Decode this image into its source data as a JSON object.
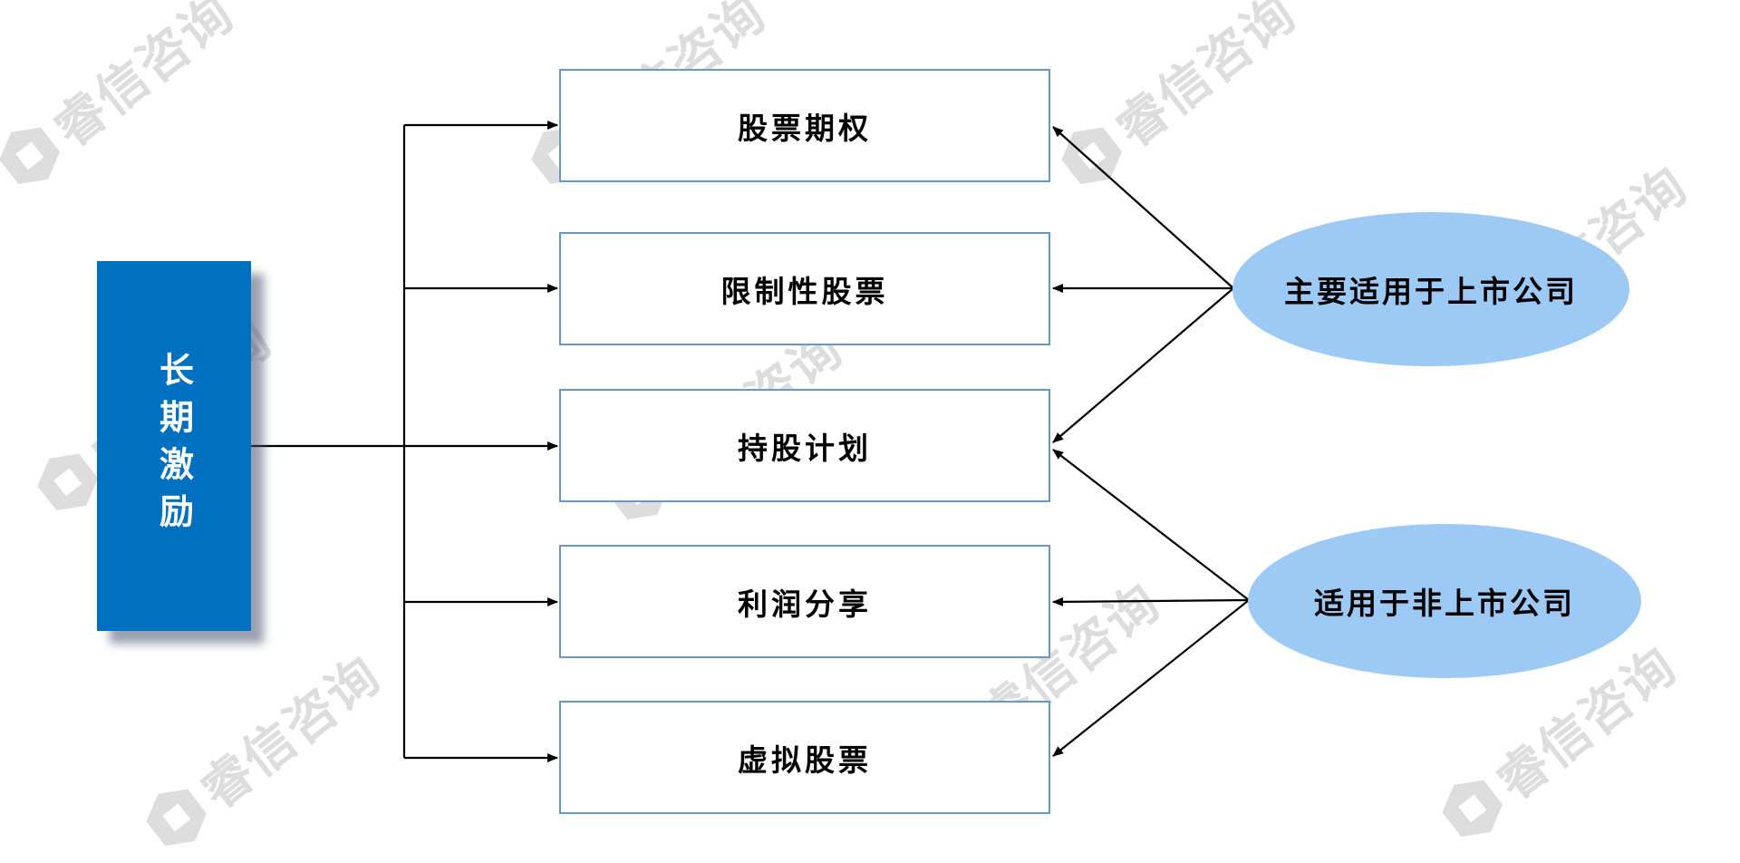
{
  "diagram": {
    "source": {
      "label": "长期激励"
    },
    "instruments": [
      {
        "id": "stock-options",
        "label": "股票期权"
      },
      {
        "id": "restricted-stock",
        "label": "限制性股票"
      },
      {
        "id": "esop",
        "label": "持股计划"
      },
      {
        "id": "profit-sharing",
        "label": "利润分享"
      },
      {
        "id": "phantom-stock",
        "label": "虚拟股票"
      }
    ],
    "applicability": [
      {
        "id": "listed",
        "label": "主要适用于上市公司",
        "targets": [
          "stock-options",
          "restricted-stock",
          "esop"
        ]
      },
      {
        "id": "unlisted",
        "label": "适用于非上市公司",
        "targets": [
          "esop",
          "profit-sharing",
          "phantom-stock"
        ]
      }
    ],
    "colors": {
      "source_fill": "#0070c0",
      "box_border": "#6b96c8",
      "ellipse_fill": "#9dcaf5",
      "line": "#000000"
    }
  },
  "watermark": {
    "text": "睿信咨询",
    "icon": "hexagon-logo-icon"
  }
}
